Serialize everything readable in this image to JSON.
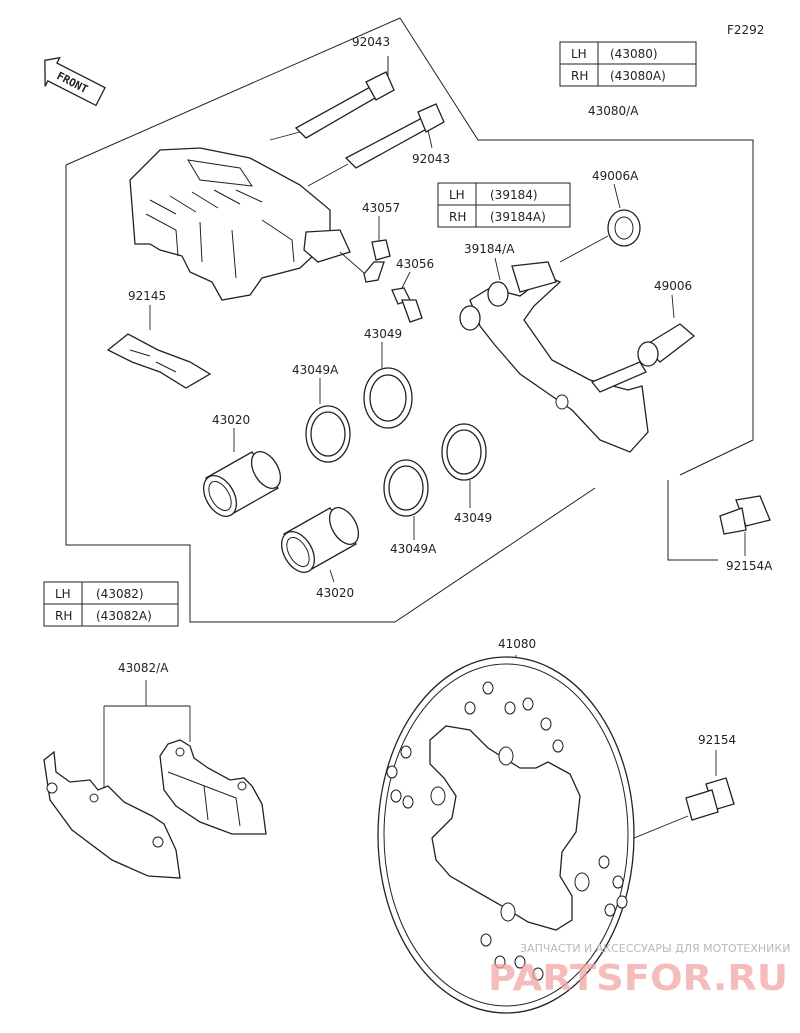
{
  "figure_code": "F2292",
  "front_label": "FRONT",
  "tables": {
    "caliper": {
      "rows": [
        {
          "side": "LH",
          "part": "(43080)"
        },
        {
          "side": "RH",
          "part": "(43080A)"
        }
      ]
    },
    "bracket": {
      "rows": [
        {
          "side": "LH",
          "part": "(39184)"
        },
        {
          "side": "RH",
          "part": "(39184A)"
        }
      ]
    },
    "pads": {
      "rows": [
        {
          "side": "LH",
          "part": "(43082)"
        },
        {
          "side": "RH",
          "part": "(43082A)"
        }
      ]
    }
  },
  "labels": {
    "pin_top": "92043",
    "pin_mid": "92043",
    "caliper_assy": "43080/A",
    "bleeder_cap": "43057",
    "bleeder_valve": "43056",
    "seal_boot_top": "49006A",
    "bracket": "39184/A",
    "boot": "49006",
    "spring": "92145",
    "seal_a": "43049",
    "seal_b": "43049A",
    "piston_a": "43020",
    "seal_c": "43049",
    "seal_d": "43049A",
    "piston_b": "43020",
    "bolt_caliper": "92154A",
    "disc": "41080",
    "pads": "43082/A",
    "bolt_disc": "92154"
  },
  "watermark": {
    "tagline": "ЗАПЧАСТИ И АКСЕССУАРЫ ДЛЯ МОТОТЕХНИКИ",
    "logo": "PARTSFOR.RU"
  },
  "colors": {
    "line": "#222222",
    "watermark_logo": "#e86a6a",
    "watermark_text": "#b9b9b9"
  }
}
